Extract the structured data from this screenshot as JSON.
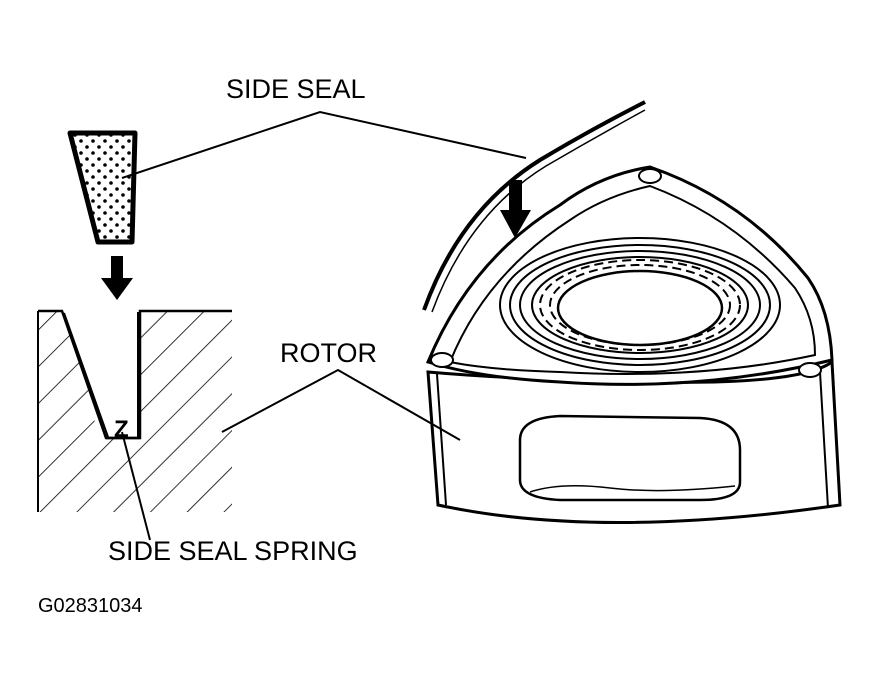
{
  "labels": {
    "side_seal": "SIDE SEAL",
    "rotor": "ROTOR",
    "side_seal_spring": "SIDE SEAL SPRING",
    "spring_mark": "Z",
    "figure_code": "G02831034"
  },
  "colors": {
    "ink": "#000000",
    "paper": "#ffffff"
  }
}
